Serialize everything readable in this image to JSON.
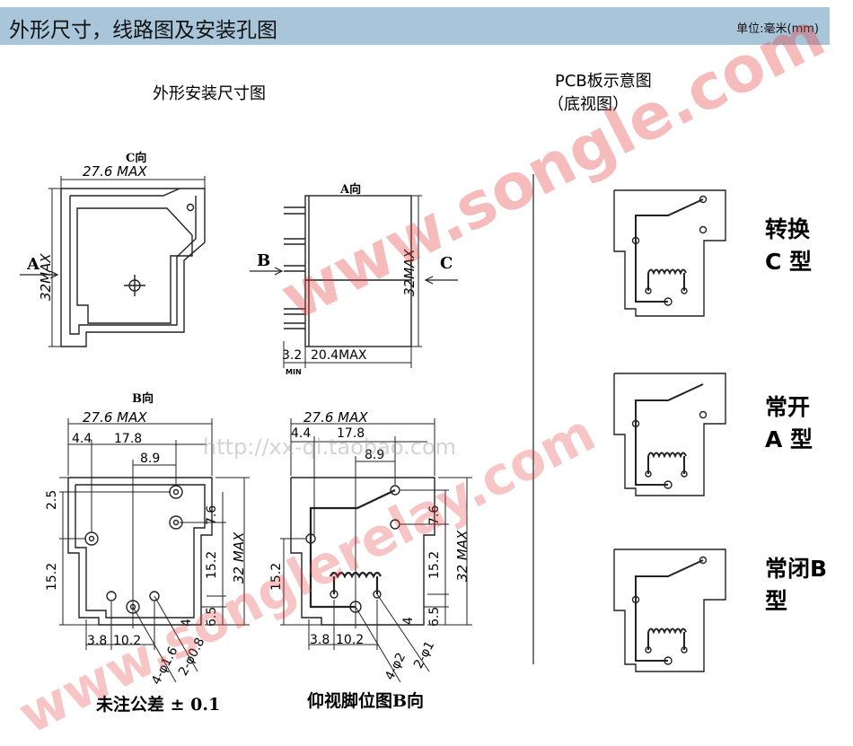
{
  "header": {
    "title": "外形尺寸，线路图及安装孔图",
    "unit": "单位:毫米(mm)"
  },
  "left_section": {
    "title": "外形安装尺寸图",
    "view_c_label": "C向",
    "view_a_label": "A向",
    "view_b_label": "B向",
    "arrow_a": "A",
    "arrow_b": "B",
    "arrow_c": "C",
    "dims": {
      "width_max": "27.6 MAX",
      "height_max": "32MAX",
      "pin_len": "3.2",
      "pin_min": "MIN",
      "depth_max": "20.4MAX",
      "d44": "4.4",
      "d178": "17.8",
      "d89": "8.9",
      "d25": "2.5",
      "d152": "15.2",
      "d76": "7.6",
      "d32max": "32 MAX",
      "d65": "6.5",
      "d4": "4",
      "d38": "3.8",
      "d102": "10.2",
      "hole_16": "4-φ1.6",
      "hole_08": "2-φ0.8",
      "hole_2": "4-φ2",
      "hole_1": "2-φ1"
    },
    "tolerance_note": "未注公差 ± 0.1",
    "bottom_view_note": "仰视脚位图B向"
  },
  "right_section": {
    "title": "PCB板示意图",
    "subtitle": "（底视图）",
    "types": [
      {
        "line1": "转换",
        "line2": "C 型"
      },
      {
        "line1": "常开",
        "line2": "A 型"
      },
      {
        "line1": "常闭B",
        "line2": "型"
      }
    ]
  },
  "watermarks": [
    "www.songle.com",
    "www.songlerelay.com",
    "http://xx-ql.taobao.com"
  ]
}
